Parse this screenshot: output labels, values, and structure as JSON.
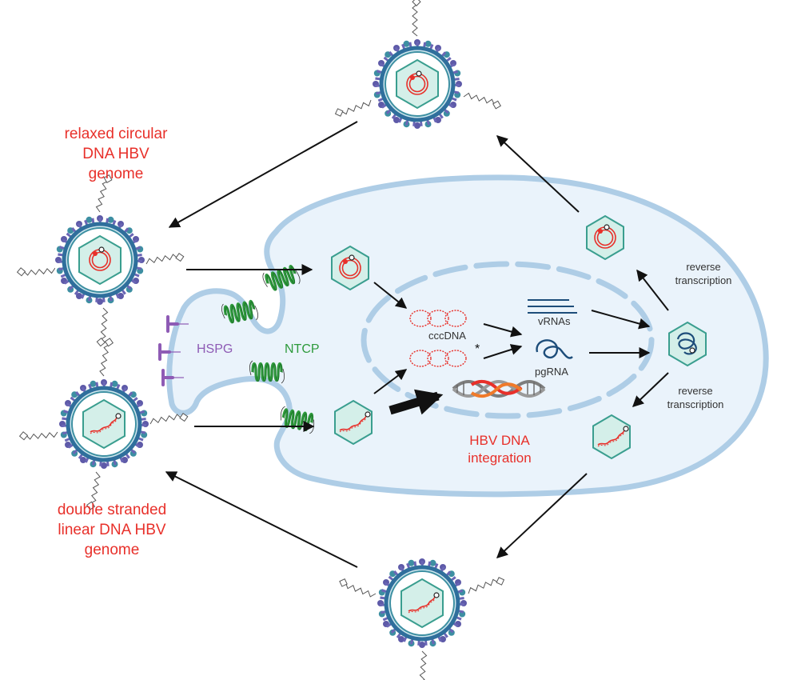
{
  "labels": {
    "rc_genome": [
      "relaxed circular",
      "DNA HBV",
      "genome"
    ],
    "ds_genome": [
      "double stranded",
      "linear DNA HBV",
      "genome"
    ],
    "hspg": "HSPG",
    "ntcp": "NTCP",
    "cccdna": "cccDNA",
    "asterisk": "*",
    "vrnas": "vRNAs",
    "pgrna": "pgRNA",
    "integration": [
      "HBV DNA",
      "integration"
    ],
    "rt_top": [
      "reverse",
      "transcription"
    ],
    "rt_bottom": [
      "reverse",
      "transcription"
    ]
  },
  "colors": {
    "label_red": "#e8302a",
    "hspg_purple": "#8e5bb5",
    "ntcp_green": "#2e9a3c",
    "cell_fill": "#eaf3fb",
    "cell_membrane": "#aecde6",
    "capsid_fill": "#d4efe9",
    "capsid_stroke": "#3a9e8f",
    "envelope_blue": "#2f6f9c",
    "spike_purple": "#5e5aa8",
    "spike_teal": "#3d8fa2"
  },
  "icons": [
    "virion-icon",
    "capsid-icon",
    "cccdna-icon",
    "vrna-icon",
    "pgrna-icon",
    "integration-dna-icon",
    "hspg-icon",
    "ntcp-icon"
  ]
}
